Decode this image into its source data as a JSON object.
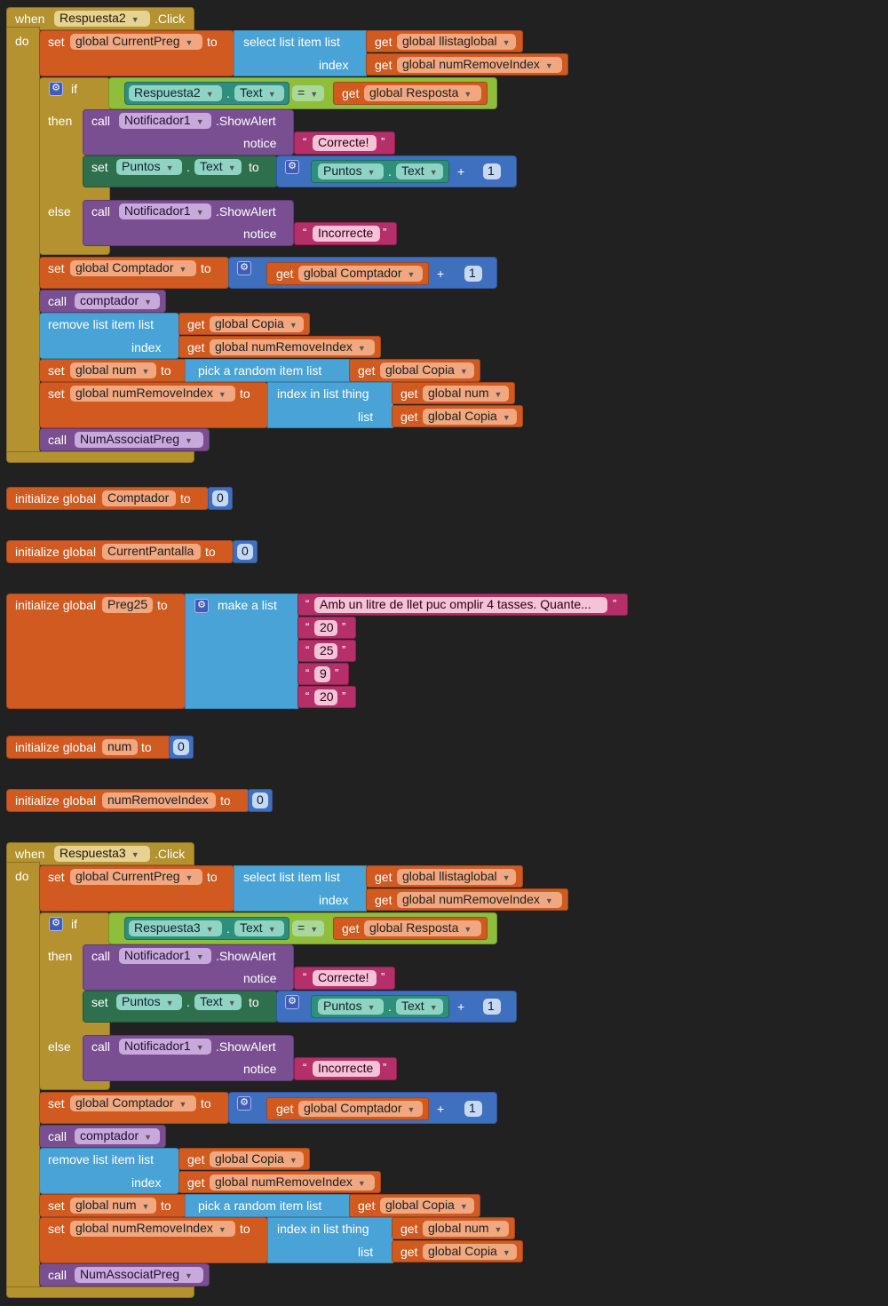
{
  "event1": {
    "when": "when",
    "component": "Respuesta2",
    "event": ".Click",
    "do": "do",
    "set": "set",
    "to": "to",
    "get": "get",
    "currentPreg": "global CurrentPreg",
    "selectListItem": "select list item  list",
    "index": "index",
    "llistaglobal": "global llistaglobal",
    "numRemoveIndex": "global numRemoveIndex",
    "if": "if",
    "then": "then",
    "else": "else",
    "compComponent": "Respuesta2",
    "dot": ".",
    "text": "Text",
    "eq": "=",
    "resposta": "global Resposta",
    "call": "call",
    "notificador": "Notificador1",
    "showAlert": ".ShowAlert",
    "notice": "notice",
    "correcte": "Correcte!",
    "incorrecte": "Incorrecte",
    "puntos": "Puntos",
    "plus": "+",
    "one": "1",
    "comptador": "global Comptador",
    "procComptador": "comptador",
    "removeListItem": "remove list item  list",
    "copia": "global Copia",
    "num": "global num",
    "pickRandom": "pick a random item  list",
    "indexInList": "index in list  thing",
    "list": "list",
    "numAssociatPreg": "NumAssociatPreg"
  },
  "inits": [
    {
      "label": "initialize global",
      "name": "Comptador",
      "to": "to",
      "value": "0"
    },
    {
      "label": "initialize global",
      "name": "CurrentPantalla",
      "to": "to",
      "value": "0"
    },
    {
      "label": "initialize global",
      "name": "num",
      "to": "to",
      "value": "0"
    },
    {
      "label": "initialize global",
      "name": "numRemoveIndex",
      "to": "to",
      "value": "0"
    }
  ],
  "preg25": {
    "label": "initialize global",
    "name": "Preg25",
    "to": "to",
    "makeList": "make a list",
    "items": [
      "Amb un litre de llet puc omplir 4 tasses. Quante...",
      "20",
      "25",
      "9",
      "20"
    ]
  },
  "event2": {
    "when": "when",
    "component": "Respuesta3",
    "event": ".Click",
    "do": "do",
    "compComponent": "Respuesta3"
  }
}
